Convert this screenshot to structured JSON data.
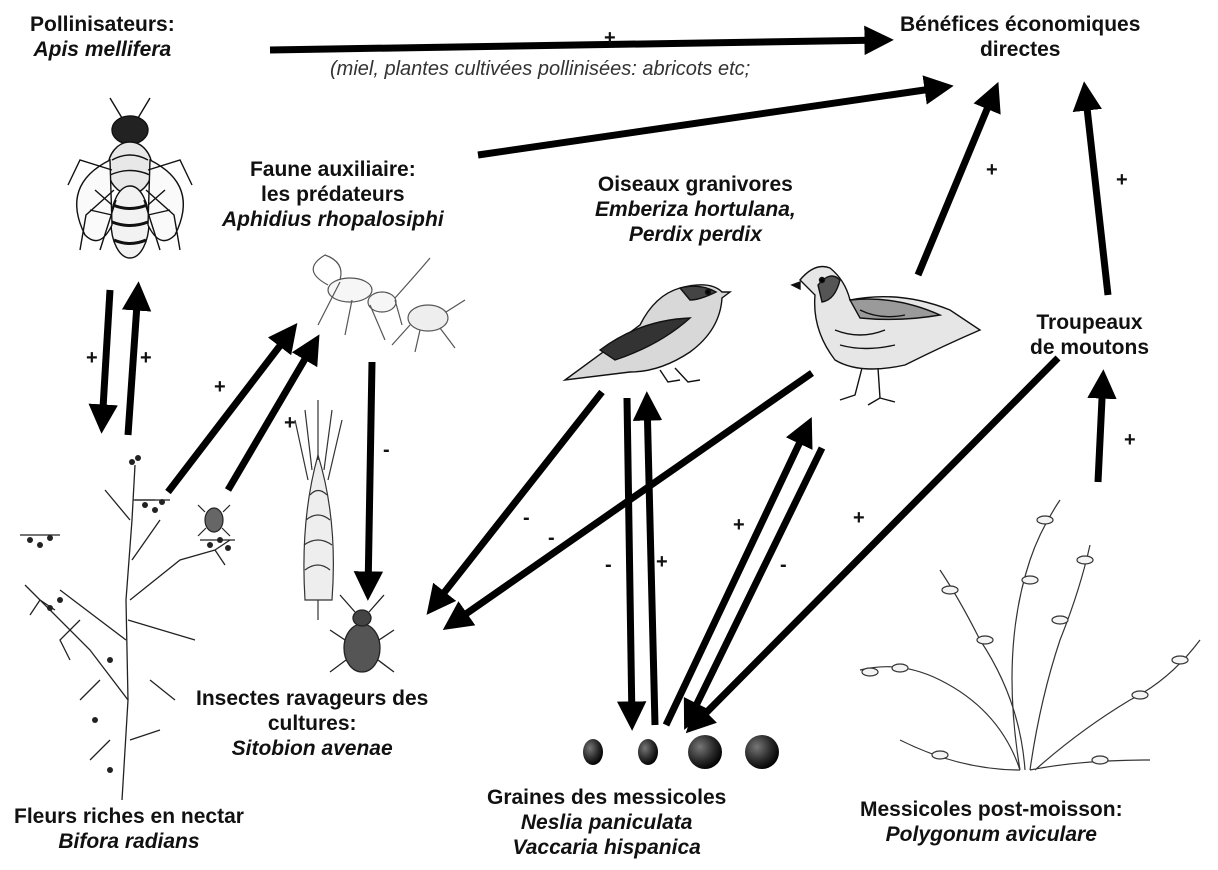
{
  "nodes": {
    "pollinators": {
      "title": "Pollinisateurs:",
      "species": "Apis mellifera"
    },
    "benefits": {
      "line1": "Bénéfices économiques",
      "line2": "directes",
      "note": "(miel, plantes cultivées pollinisées: abricots etc;"
    },
    "auxiliary": {
      "line1": "Faune auxiliaire:",
      "line2": "les prédateurs",
      "species": "Aphidius rhopalosiphi"
    },
    "birds": {
      "title": "Oiseaux granivores",
      "species1": "Emberiza hortulana,",
      "species2": "Perdix perdix"
    },
    "sheep": {
      "line1": "Troupeaux",
      "line2": "de moutons"
    },
    "pests": {
      "line1": "Insectes ravageurs des",
      "line2": "cultures:",
      "species": "Sitobion avenae"
    },
    "flowers": {
      "title": "Fleurs riches en nectar",
      "species": "Bifora radians"
    },
    "seeds": {
      "title": "Graines des messicoles",
      "species1": "Neslia paniculata",
      "species2": "Vaccaria hispanica"
    },
    "postharvest": {
      "title": "Messicoles post-moisson:",
      "species": "Polygonum aviculare"
    }
  },
  "signs": [
    "+",
    "+",
    "+",
    "+",
    "+",
    "+",
    "+",
    "-",
    "-",
    "-",
    "-",
    "+",
    "+",
    "-",
    "+",
    "+"
  ],
  "icons": [
    "honeybee",
    "parasitoid-wasp",
    "bunting",
    "partridge",
    "bifora-radians",
    "small-aphid",
    "wheat",
    "aphid-pest",
    "seeds",
    "polygonum"
  ],
  "colors": {
    "arrow": "#000000",
    "text": "#111111",
    "background": "#ffffff"
  }
}
